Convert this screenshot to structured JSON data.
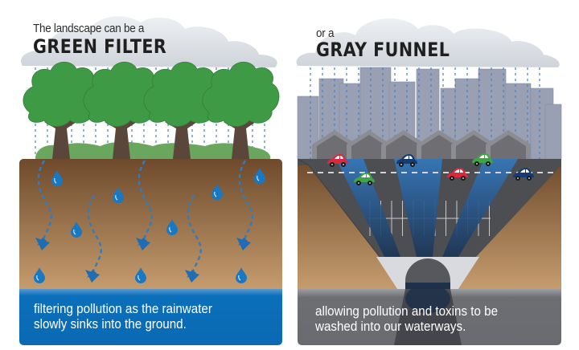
{
  "left": {
    "heading_small": "The landscape can be a",
    "heading_big": "GREEN FILTER",
    "caption_lines": [
      "filtering pollution as the rainwater",
      "slowly sinks into the ground."
    ]
  },
  "right": {
    "heading_small": "or a",
    "heading_big": "GRAY FUNNEL",
    "caption_lines": [
      "allowing pollution and toxins to be",
      "washed into our waterways."
    ]
  },
  "colors": {
    "cloud": "#dfe3e7",
    "rain": "#4a7fc0",
    "tree_canopy": "#3f9a45",
    "bush": "#6aa65e",
    "trunk": "#5b463b",
    "soil_top": "#6e4a2c",
    "soil_bottom": "#c49a6a",
    "water_blue": "#0a6fb8",
    "building": "#9aa0b3",
    "house": "#6f6f73",
    "road": "#4d4e52",
    "runoff": "#2f6fb0",
    "gray_caption": "#707075",
    "car_red": "#d8293f",
    "car_green": "#3ea447",
    "car_navy": "#163b73"
  }
}
